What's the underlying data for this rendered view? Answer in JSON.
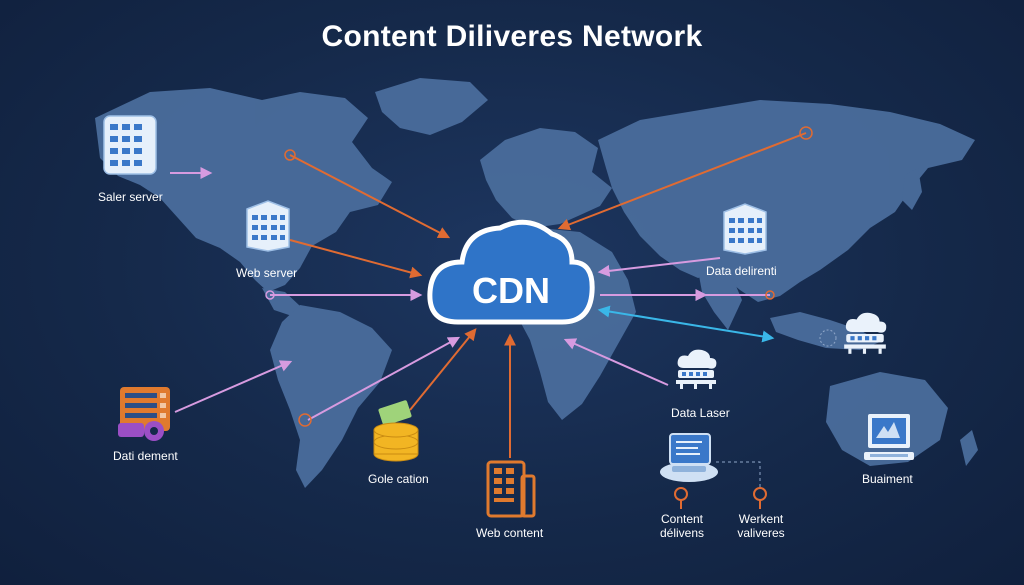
{
  "title": "Content Diliveres Network",
  "cdn": {
    "label": "CDN"
  },
  "nodes": {
    "saler_server": "Saler server",
    "web_server": "Web server",
    "data_delirenti": "Data delirenti",
    "data_laser": "Data Laser",
    "dati_dement": "Dati dement",
    "gole_cation": "Gole cation",
    "web_content": "Web content",
    "content_delivens": {
      "line1": "Content",
      "line2": "délivens"
    },
    "werkent_valiveres": {
      "line1": "Werkent",
      "line2": "valiveres"
    },
    "buaiment": "Buaiment"
  },
  "colors": {
    "background": "#15294a",
    "continent": "#4a6d9c",
    "cloud": "#2f74c8",
    "pink_arrow": "#d79be0",
    "orange_arrow": "#e06b32",
    "cyan_arrow": "#3ab7e8"
  }
}
